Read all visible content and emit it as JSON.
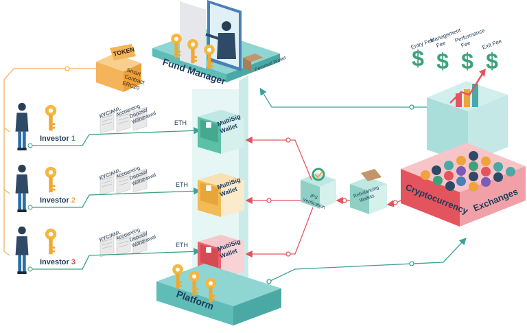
{
  "fund_manager": {
    "label": "Fund Manager",
    "personal_wallet": "Personal Wallet"
  },
  "token": {
    "title": "TOKEN",
    "line1": "Smart",
    "line2": "Contract",
    "line3": "ERC20"
  },
  "platform": {
    "label": "Platform"
  },
  "investors": [
    {
      "name": "Investor",
      "number": "1",
      "number_color": "#3aa37c",
      "eth": "ETH"
    },
    {
      "name": "Investor",
      "number": "2",
      "number_color": "#f0a33a",
      "eth": "ETH"
    },
    {
      "name": "Investor",
      "number": "3",
      "number_color": "#d9434b",
      "eth": "ETH"
    }
  ],
  "docs": {
    "kyc": "KYC/AML",
    "accounting": "Accounting",
    "deposit": "Deposit/",
    "withdrawal": "Withdrawal"
  },
  "wallets": [
    {
      "line1": "MultiSig",
      "line2": "Wallet",
      "color": "#4cb59a"
    },
    {
      "line1": "MultiSig",
      "line2": "Wallet",
      "color": "#f0b24a"
    },
    {
      "line1": "MultiSig",
      "line2": "Wallet",
      "color": "#e4545d"
    }
  ],
  "ips": {
    "line1": "IPS",
    "line2": "Verification"
  },
  "rebalancing": {
    "line1": "Rebalancing",
    "line2": "Wallets"
  },
  "exchanges": {
    "line1": "Cryptocurrency",
    "line2": "Exchanges"
  },
  "fees": [
    {
      "line1": "Entry Fee",
      "line2": ""
    },
    {
      "line1": "Management",
      "line2": "Fee"
    },
    {
      "line1": "Performance",
      "line2": "Fee"
    },
    {
      "line1": "Exit Fee",
      "line2": ""
    }
  ],
  "colors": {
    "teal": "#7ccfcb",
    "teal_dark": "#3e9f9b",
    "orange": "#f5b35a",
    "red": "#e4545d",
    "green": "#3aa37c",
    "navy": "#1f3b5a",
    "pink": "#f7c4c8"
  }
}
